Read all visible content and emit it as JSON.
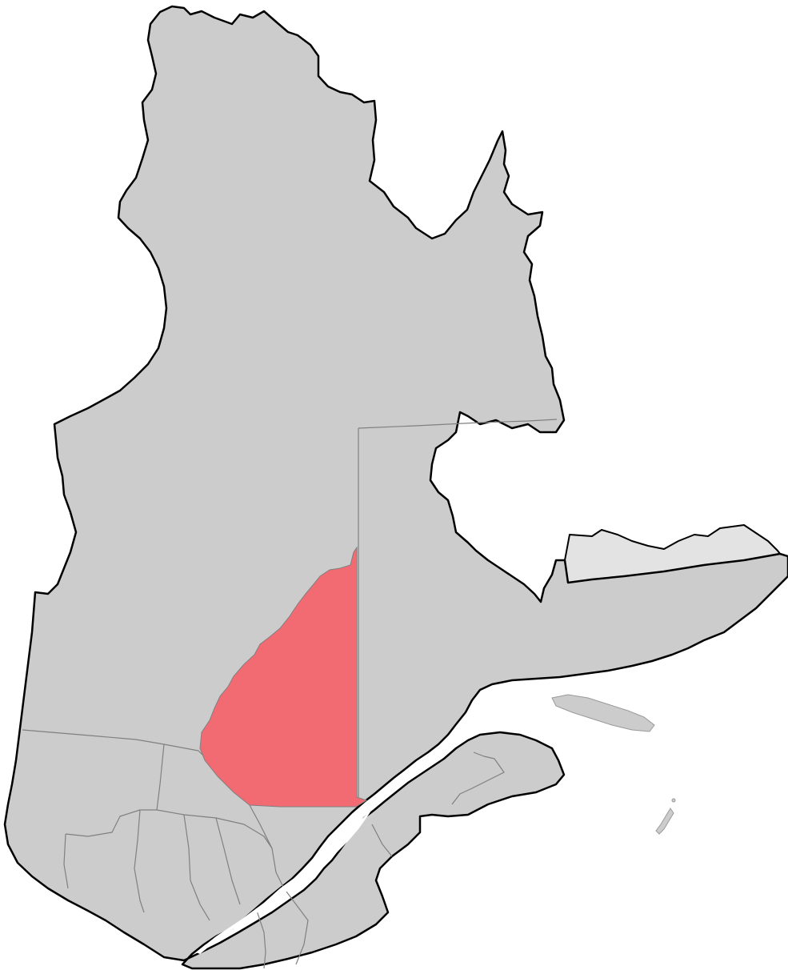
{
  "map": {
    "colors": {
      "background": "#ffffff",
      "land": "#cccccc",
      "labrador": "#e3e3e3",
      "highlight": "#f26b72",
      "coast_stroke": "#000000",
      "region_border": "#808080",
      "internal_border": "#999999",
      "water": "#ffffff"
    },
    "regions": [
      {
        "id": "nord-du-quebec",
        "highlighted": false
      },
      {
        "id": "cote-nord",
        "highlighted": false
      },
      {
        "id": "saguenay-lac-saint-jean",
        "highlighted": true
      },
      {
        "id": "abitibi-temiscamingue",
        "highlighted": false
      },
      {
        "id": "mauricie",
        "highlighted": false
      },
      {
        "id": "bas-saint-laurent",
        "highlighted": false
      },
      {
        "id": "gaspesie",
        "highlighted": false
      },
      {
        "id": "southern-regions",
        "highlighted": false
      }
    ],
    "features": [
      "anticosti-island",
      "magdalen-islands",
      "saint-lawrence-river",
      "labrador"
    ]
  }
}
